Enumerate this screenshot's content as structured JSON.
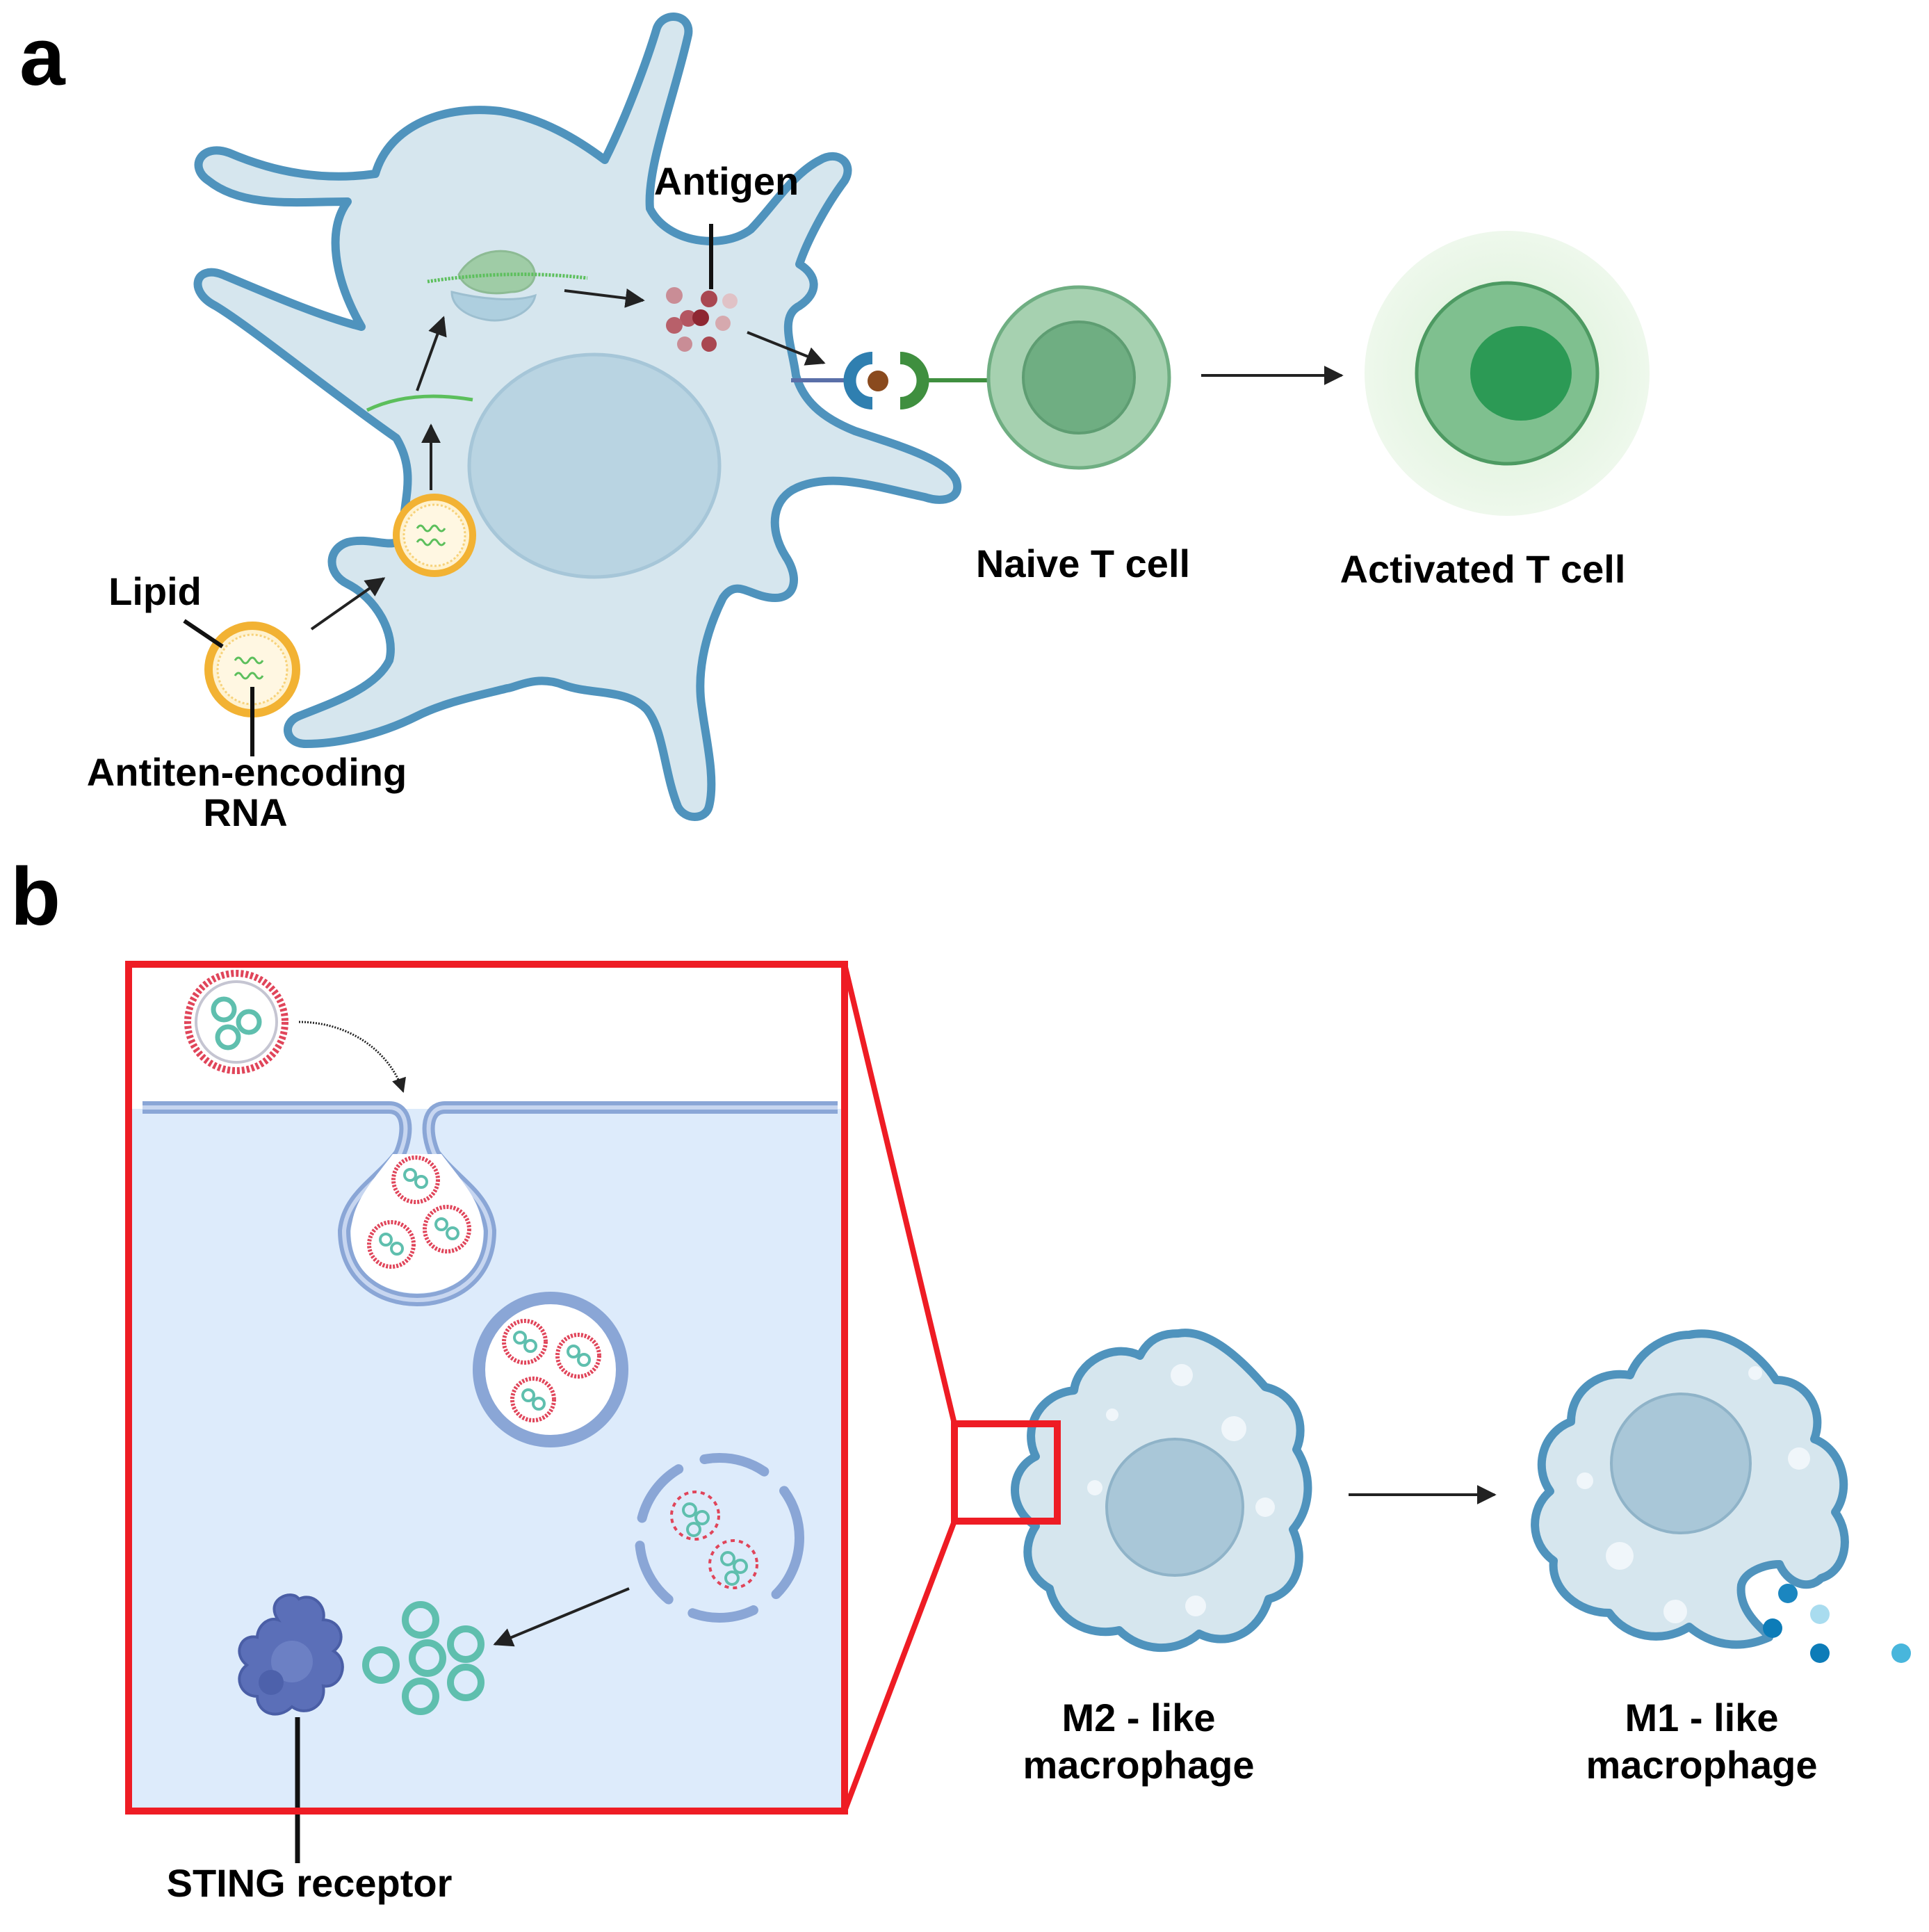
{
  "panels": {
    "a": {
      "letter": "a",
      "labels": {
        "antigen": "Antigen",
        "lipid": "Lipid",
        "rna_line1": "Antiten-encoding",
        "rna_line2": "RNA",
        "naive": "Naive T cell",
        "activated": "Activated T cell"
      }
    },
    "b": {
      "letter": "b",
      "labels": {
        "sting": "STING receptor",
        "m2_line1": "M2 - like",
        "m2_line2": "macrophage",
        "m1_line1": "M1 - like",
        "m1_line2": "macrophage"
      }
    }
  },
  "colors": {
    "cell_fill": "#d6e6ee",
    "cell_stroke": "#4f93bd",
    "zoom_frame": "#ee1c24",
    "tcell": "#6fae82",
    "lipid": "#f2b233",
    "rna": "#5cbf5c",
    "sting": "#5b6fb8",
    "cargo": "#5fbfae"
  }
}
